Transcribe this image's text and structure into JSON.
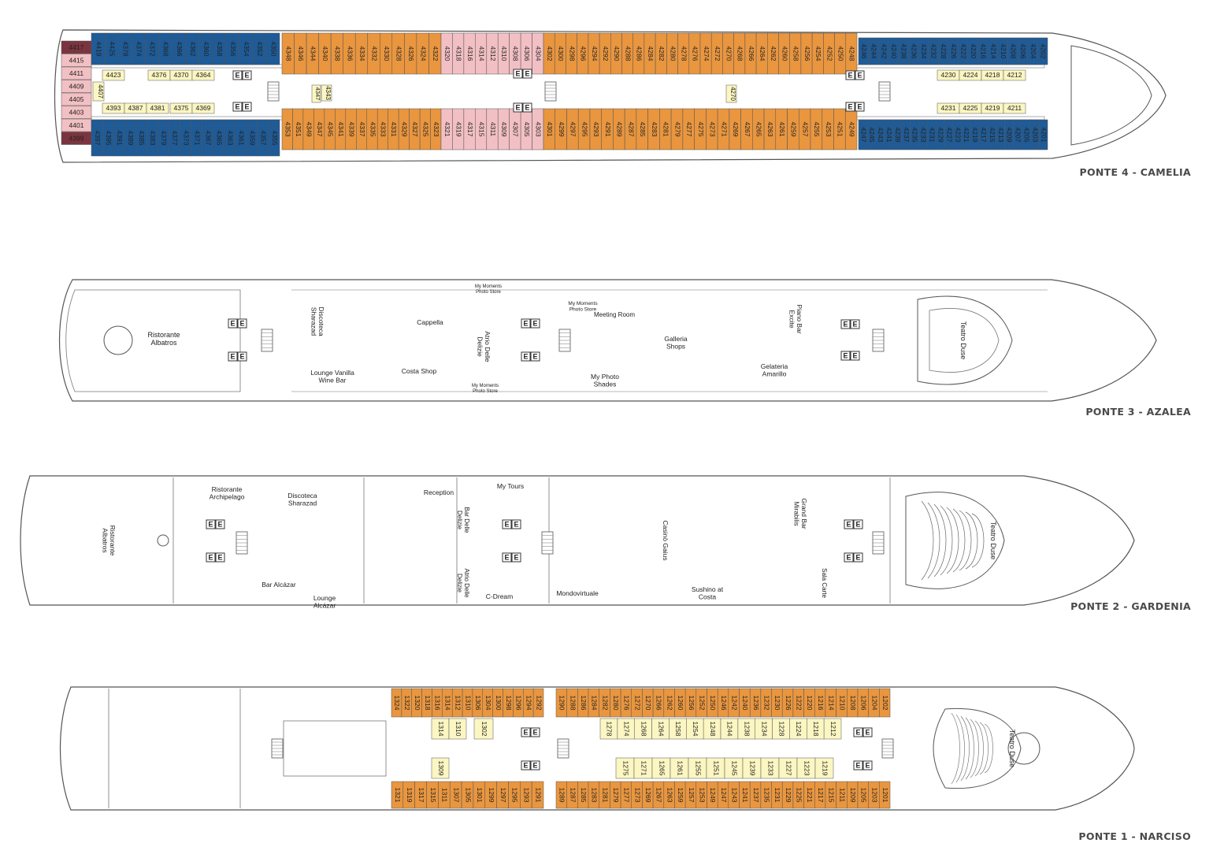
{
  "colors": {
    "suite_dark": "#7b3540",
    "suite": "#f2c0c4",
    "balcony": "#e9963f",
    "oceanview": "#1f5b96",
    "inside": "#fbf6c2",
    "outline": "#555555",
    "text_light": "#ffffff",
    "text_dark": "#222222"
  },
  "icons": {
    "elevator": "elevator-icon",
    "stairs": "staircase-icon",
    "connecting": "connecting-cabins-icon"
  },
  "elevator_letter": "E",
  "decks": [
    {
      "id": "deck4",
      "title": "PONTE 4 - CAMELIA",
      "cabins": {
        "bow_suites": [
          "4417",
          "4415",
          "4411",
          "4409",
          "4405",
          "4403",
          "4401",
          "4399"
        ],
        "top_ocean_a": [
          "4419",
          "4425",
          "4378",
          "4374",
          "4372",
          "4368",
          "4366",
          "4362",
          "4360",
          "4358",
          "4356",
          "4354",
          "4352",
          "4350"
        ],
        "bottom_ocean_a": [
          "4397",
          "4395",
          "4391",
          "4389",
          "4385",
          "4383",
          "4379",
          "4377",
          "4373",
          "4371",
          "4367",
          "4365",
          "4363",
          "4361",
          "4359",
          "4357",
          "4355"
        ],
        "top_balcony_a": [
          "4348",
          "4346",
          "4344",
          "4340",
          "4338",
          "4336",
          "4334",
          "4332",
          "4330",
          "4328",
          "4326",
          "4324",
          "4322"
        ],
        "top_suite_mid": [
          "4320",
          "4318",
          "4316",
          "4314",
          "4312",
          "4310",
          "4308",
          "4306",
          "4304"
        ],
        "top_balcony_b": [
          "4302",
          "4300",
          "4298",
          "4296",
          "4294",
          "4292",
          "4290",
          "4288",
          "4286",
          "4284",
          "4282",
          "4280",
          "4278",
          "4276",
          "4274",
          "4272",
          "4270",
          "4268",
          "4266",
          "4264",
          "4262",
          "4260",
          "4258",
          "4256",
          "4254",
          "4252",
          "4250",
          "4248"
        ],
        "top_ocean_b": [
          "4246",
          "4244",
          "4242",
          "4240",
          "4238",
          "4236",
          "4234",
          "4232",
          "4228",
          "4226",
          "4222",
          "4220",
          "4216",
          "4214",
          "4210",
          "4208",
          "4206",
          "4204",
          "4202"
        ],
        "bottom_balcony_a": [
          "4353",
          "4351",
          "4349",
          "4347",
          "4345",
          "4341",
          "4339",
          "4337",
          "4335",
          "4333",
          "4331",
          "4329",
          "4327",
          "4325",
          "4323"
        ],
        "bottom_suite_mid": [
          "4321",
          "4319",
          "4317",
          "4315",
          "4311",
          "4309",
          "4307",
          "4305",
          "4303"
        ],
        "bottom_balcony_b": [
          "4301",
          "4299",
          "4297",
          "4295",
          "4293",
          "4291",
          "4289",
          "4287",
          "4285",
          "4283",
          "4281",
          "4279",
          "4277",
          "4275",
          "4273",
          "4271",
          "4269",
          "4267",
          "4265",
          "4263",
          "4261",
          "4259",
          "4257",
          "4255",
          "4253",
          "4251",
          "4249"
        ],
        "bottom_ocean_b": [
          "4247",
          "4245",
          "4243",
          "4241",
          "4239",
          "4237",
          "4235",
          "4233",
          "4231",
          "4229",
          "4227",
          "4223",
          "4221",
          "4219",
          "4217",
          "4215",
          "4213",
          "4209",
          "4207",
          "4205",
          "4203",
          "4201"
        ],
        "inside_aft_top": [
          "4423",
          "4376",
          "4370",
          "4364"
        ],
        "inside_aft_mid": [
          "4407"
        ],
        "inside_aft_bottom": [
          "4393",
          "4387",
          "4381",
          "4375",
          "4369"
        ],
        "inside_mid": [
          "4343",
          "4347",
          "4270"
        ],
        "inside_fwd_top": [
          "4230",
          "4224",
          "4218",
          "4212"
        ],
        "inside_fwd_bottom": [
          "4231",
          "4225",
          "4219",
          "4211"
        ]
      }
    },
    {
      "id": "deck3",
      "title": "PONTE 3 - AZALEA",
      "venues": {
        "ristorante_albatros": "Ristorante Albatros",
        "discoteca": "Discoteca Sharazad",
        "lounge_vanilla": "Lounge Vanilla Wine Bar",
        "costa_shop": "Costa Shop",
        "cappella": "Cappella",
        "my_moments_top": "My Moments Photo Store",
        "my_moments_bottom": "My Moments Photo Store",
        "atrio": "Atrio Delle Delizie",
        "my_moments_right": "My Moments Photo Store",
        "meeting_room": "Meeting Room",
        "galleria_shops": "Galleria Shops",
        "my_photo_shades": "My Photo Shades",
        "piano_bar": "Piano Bar Excite",
        "gelateria": "Gelateria Amarillo",
        "teatro_duse": "Teatro Duse"
      }
    },
    {
      "id": "deck2",
      "title": "PONTE 2 - GARDENIA",
      "venues": {
        "ristorante_albatros": "Ristorante Albatros",
        "ristorante_archipelago": "Ristorante Archipelago",
        "discoteca": "Discoteca Sharazad",
        "bar_alcazar": "Bar Alcázar",
        "lounge_alcazar": "Lounge Alcázar",
        "reception": "Reception",
        "bar_delle_delizie": "Bar Delle Delizie",
        "atrio_delle_delizie": "Atrio Delle Delizie",
        "my_tours": "My Tours",
        "c_dream": "C-Dream",
        "mondovirtuale": "Mondovirtuale",
        "casino": "Casinò Gaius",
        "sushino": "Sushino at Costa",
        "grand_bar": "Grand Bar Mirabilis",
        "sala_carte": "Sala Carte",
        "teatro_duse": "Teatro Duse"
      }
    },
    {
      "id": "deck1",
      "title": "PONTE 1 - NARCISO",
      "venues": {
        "teatro_duse": "Teatro Duse"
      },
      "cabins": {
        "top_a": [
          "1324",
          "1322",
          "1320",
          "1318",
          "1316",
          "1314",
          "1312",
          "1310",
          "1306",
          "1304",
          "1300",
          "1298",
          "1296",
          "1294",
          "1292"
        ],
        "top_b": [
          "1290",
          "1288",
          "1286",
          "1284",
          "1282",
          "1280",
          "1276",
          "1272",
          "1270",
          "1266",
          "1262",
          "1260",
          "1256",
          "1252",
          "1250",
          "1246",
          "1242",
          "1240",
          "1236",
          "1232",
          "1230",
          "1226",
          "1222",
          "1220",
          "1216",
          "1214",
          "1210",
          "1208",
          "1206",
          "1204",
          "1202"
        ],
        "bottom_a": [
          "1321",
          "1319",
          "1317",
          "1315",
          "1311",
          "1307",
          "1305",
          "1301",
          "1299",
          "1297",
          "1295",
          "1293",
          "1291"
        ],
        "bottom_b": [
          "1289",
          "1287",
          "1285",
          "1283",
          "1281",
          "1279",
          "1277",
          "1273",
          "1269",
          "1267",
          "1263",
          "1259",
          "1257",
          "1253",
          "1249",
          "1247",
          "1243",
          "1241",
          "1237",
          "1235",
          "1231",
          "1229",
          "1225",
          "1221",
          "1217",
          "1215",
          "1211",
          "1209",
          "1205",
          "1203",
          "1201"
        ],
        "inside_top_a": [
          "1314",
          "1310",
          "1302"
        ],
        "inside_top_b": [
          "1278",
          "1274",
          "1268",
          "1264",
          "1258",
          "1254",
          "1248",
          "1244",
          "1238",
          "1234",
          "1228",
          "1224",
          "1218",
          "1212"
        ],
        "inside_bottom_a": [
          "1309"
        ],
        "inside_bottom_b": [
          "1275",
          "1271",
          "1265",
          "1261",
          "1255",
          "1251",
          "1245",
          "1239",
          "1233",
          "1227",
          "1223",
          "1219"
        ]
      }
    }
  ]
}
